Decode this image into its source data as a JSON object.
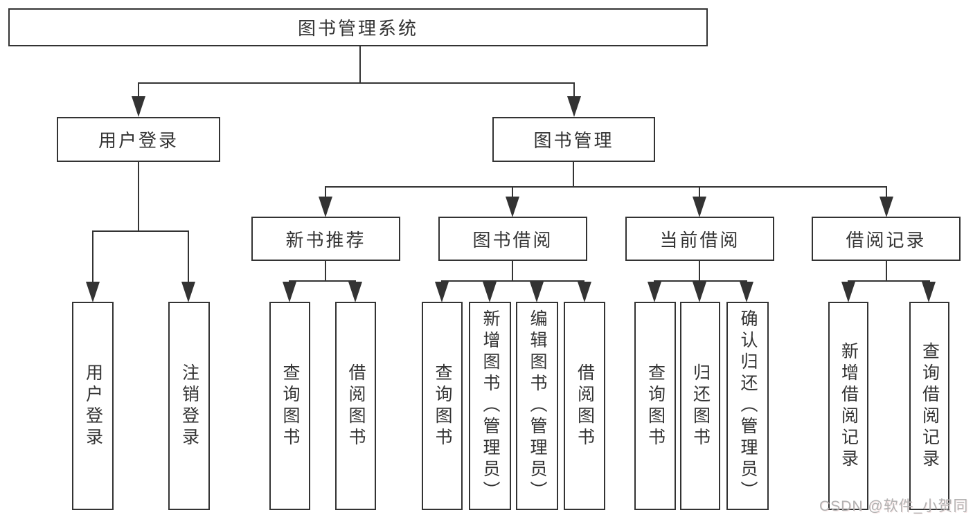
{
  "tree": {
    "root": {
      "label": "图书管理系统",
      "children": [
        {
          "label": "用户登录",
          "children": [
            {
              "label": "用户登录"
            },
            {
              "label": "注销登录"
            }
          ]
        },
        {
          "label": "图书管理",
          "children": [
            {
              "label": "新书推荐",
              "children": [
                {
                  "label": "查询图书"
                },
                {
                  "label": "借阅图书"
                }
              ]
            },
            {
              "label": "图书借阅",
              "children": [
                {
                  "label": "查询图书"
                },
                {
                  "label": "新增图书（管理员）"
                },
                {
                  "label": "编辑图书（管理员）"
                },
                {
                  "label": "借阅图书"
                }
              ]
            },
            {
              "label": "当前借阅",
              "children": [
                {
                  "label": "查询图书"
                },
                {
                  "label": "归还图书"
                },
                {
                  "label": "确认归还（管理员）"
                }
              ]
            },
            {
              "label": "借阅记录",
              "children": [
                {
                  "label": "新增借阅记录"
                },
                {
                  "label": "查询借阅记录"
                }
              ]
            }
          ]
        }
      ]
    }
  },
  "watermark": {
    "text": "CSDN @软件_小贺同学"
  },
  "colors": {
    "line": "#333333",
    "box_border": "#333333",
    "box_background": "#ffffff",
    "text": "#333333",
    "watermark_text": "#b2b2b2"
  }
}
